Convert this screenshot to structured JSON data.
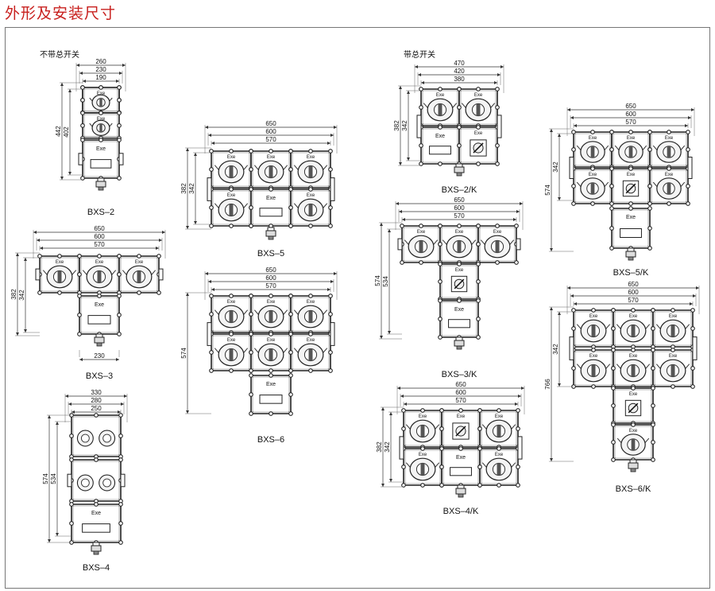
{
  "header": {
    "title": "外形及安装尺寸"
  },
  "groups": {
    "without_main_switch": "不带总开关",
    "with_main_switch": "带总开关"
  },
  "box_label": "Exe",
  "models": [
    {
      "id": "bxs2",
      "name": "BXS–2",
      "dims_top": [
        "260",
        "230",
        "190"
      ],
      "dims_left": [
        "442",
        "402"
      ]
    },
    {
      "id": "bxs3",
      "name": "BXS–3",
      "dims_top": [
        "650",
        "600",
        "570"
      ],
      "dims_left": [
        "382",
        "342"
      ],
      "dims_bottom": [
        "230"
      ]
    },
    {
      "id": "bxs4",
      "name": "BXS–4",
      "dims_top": [
        "330",
        "280",
        "250"
      ],
      "dims_left": [
        "574",
        "534"
      ]
    },
    {
      "id": "bxs5",
      "name": "BXS–5",
      "dims_top": [
        "650",
        "600",
        "570"
      ],
      "dims_left": [
        "382",
        "342"
      ]
    },
    {
      "id": "bxs6",
      "name": "BXS–6",
      "dims_top": [
        "650",
        "600",
        "570"
      ],
      "dims_left": [
        "574"
      ]
    },
    {
      "id": "bxs2k",
      "name": "BXS–2/K",
      "dims_top": [
        "470",
        "420",
        "380"
      ],
      "dims_left": [
        "382",
        "342"
      ]
    },
    {
      "id": "bxs3k",
      "name": "BXS–3/K",
      "dims_top": [
        "650",
        "600",
        "570"
      ],
      "dims_left": [
        "574",
        "534"
      ]
    },
    {
      "id": "bxs4k",
      "name": "BXS–4/K",
      "dims_top": [
        "650",
        "600",
        "570"
      ],
      "dims_left": [
        "382",
        "342"
      ]
    },
    {
      "id": "bxs5k",
      "name": "BXS–5/K",
      "dims_top": [
        "650",
        "600",
        "570"
      ],
      "dims_left": [
        "574",
        "342"
      ]
    },
    {
      "id": "bxs6k",
      "name": "BXS–6/K",
      "dims_top": [
        "650",
        "600",
        "570"
      ],
      "dims_left": [
        "766",
        "342"
      ]
    }
  ]
}
